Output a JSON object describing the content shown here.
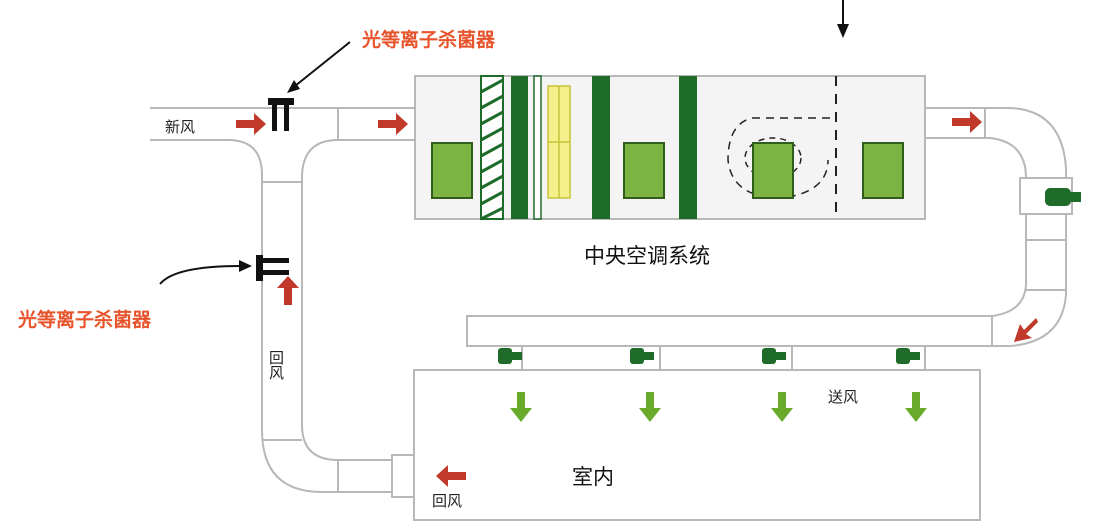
{
  "labels": {
    "sterilizer_top": "光等离子杀菌器",
    "sterilizer_left": "光等离子杀菌器",
    "fresh_air": "新风",
    "return_air_duct": "回风",
    "return_air_room": "回风",
    "central_ac": "中央空调系统",
    "supply_air": "送风",
    "indoor": "室内"
  },
  "colors": {
    "duct_stroke": "#b8b8b8",
    "unit_fill": "#f2f2f2",
    "dark_green": "#1e6b2a",
    "light_green": "#7cb342",
    "coil_yellow": "#f5f08a",
    "flow_arrow_red": "#c0392b",
    "supply_arrow_green": "#6aaa2a",
    "label_red": "#e8542c"
  },
  "icons": {
    "flow_arrow": "red-arrow-icon",
    "supply_arrow": "green-down-arrow-icon",
    "sterilizer": "sterilizer-icon",
    "fan": "fan-icon",
    "vent": "vent-icon"
  }
}
